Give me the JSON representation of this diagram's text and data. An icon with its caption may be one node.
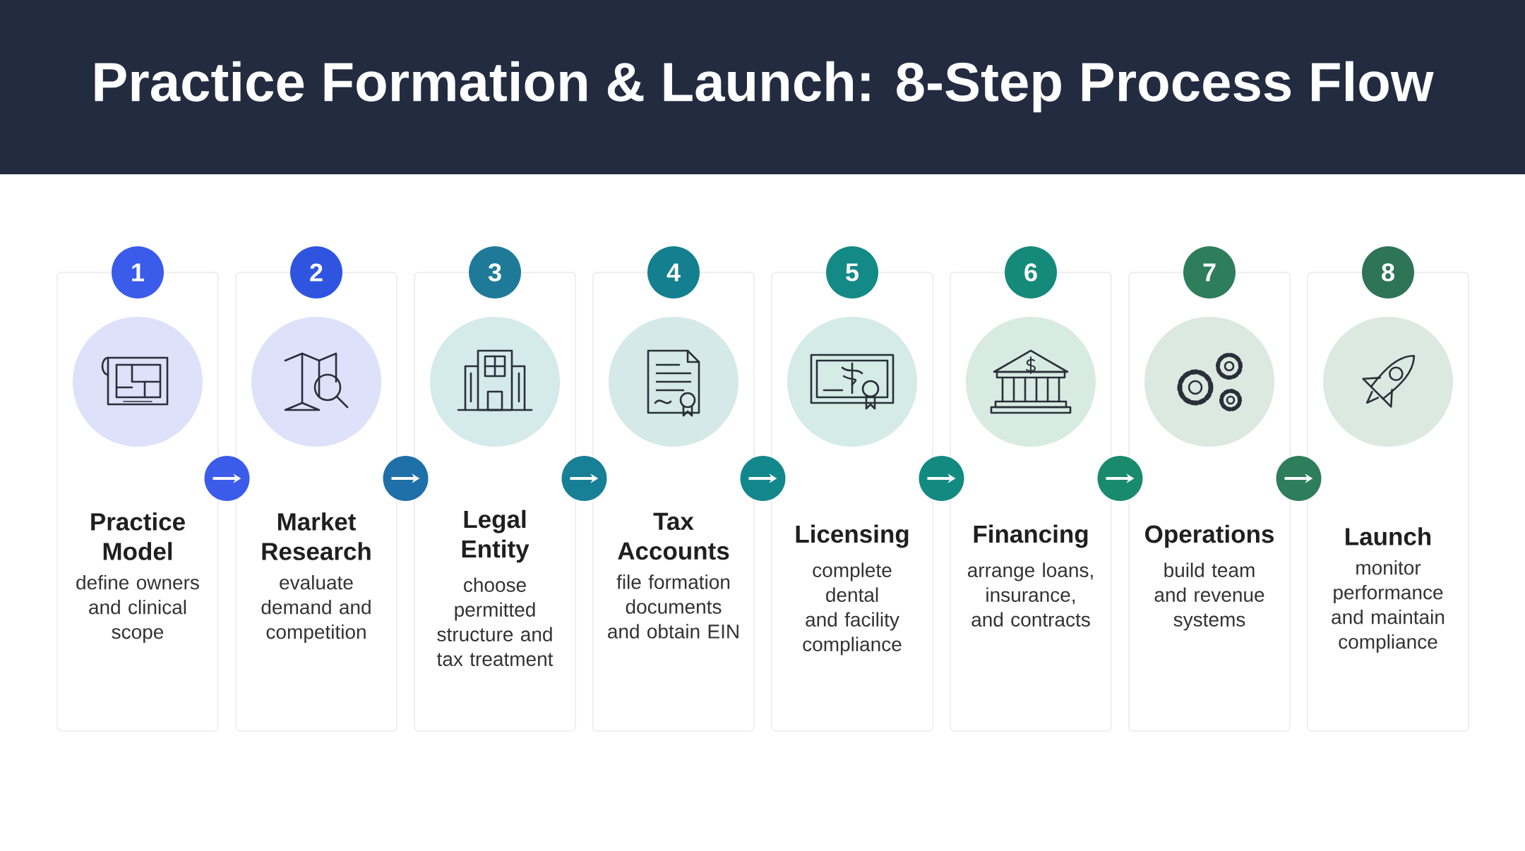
{
  "diagram": {
    "title": "Practice Formation & Launch: 8-Step Process Flow",
    "nodes": [
      {
        "text": [
          "1",
          "Practice Model",
          "define owners and clinical scope"
        ]
      },
      {
        "text": [
          "2",
          "Market Research",
          "evaluate demand and competition"
        ]
      },
      {
        "text": [
          "3",
          "Legal Entity",
          "choose permitted structure and tax treatment"
        ]
      },
      {
        "text": [
          "4",
          "Tax Accounts",
          "file formation documents and obtain EIN"
        ]
      },
      {
        "text": [
          "5",
          "Licensing",
          "complete dental and facility compliance"
        ]
      },
      {
        "text": [
          "6",
          "Financing",
          "arrange loans, insurance, and contracts"
        ]
      },
      {
        "text": [
          "7",
          "Operations",
          "build team and revenue systems"
        ]
      },
      {
        "text": [
          "8",
          "Launch",
          "monitor performance and maintain compliance"
        ]
      }
    ],
    "edges": [
      {
        "from": 0,
        "to": 1,
        "arrow": "to"
      },
      {
        "from": 1,
        "to": 2,
        "arrow": "to"
      },
      {
        "from": 2,
        "to": 3,
        "arrow": "to"
      },
      {
        "from": 3,
        "to": 4,
        "arrow": "to"
      },
      {
        "from": 4,
        "to": 5,
        "arrow": "to"
      },
      {
        "from": 5,
        "to": 6,
        "arrow": "to"
      },
      {
        "from": 6,
        "to": 7,
        "arrow": "to"
      }
    ]
  }
}
